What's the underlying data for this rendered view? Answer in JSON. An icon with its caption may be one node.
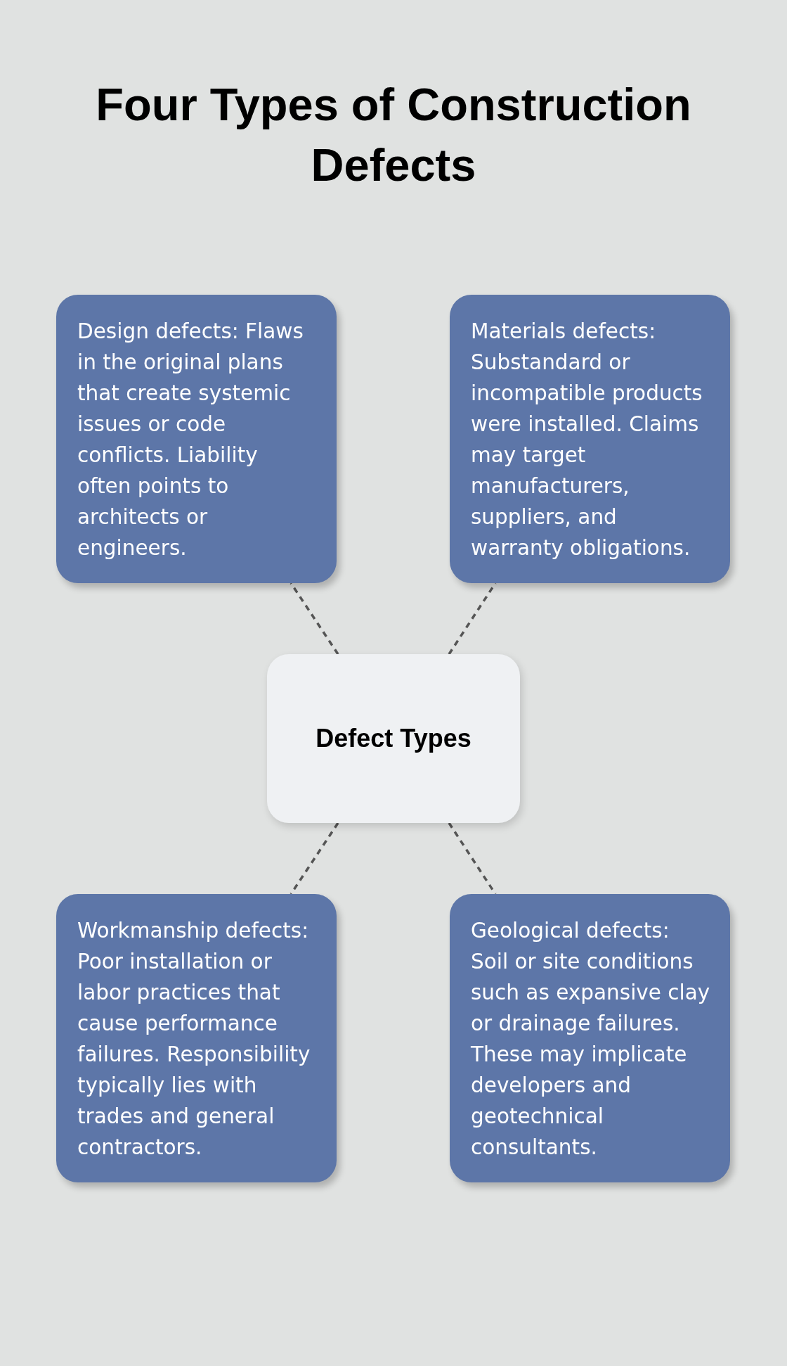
{
  "diagram": {
    "title": "Four Types of Construction Defects",
    "nodes": [
      {
        "text": [
          "Design defects: Flaws in the original plans that create systemic issues or code conflicts. Liability often points to architects or engineers."
        ]
      },
      {
        "text": [
          "Materials defects: Substandard or incompatible products were installed. Claims may target manufacturers, suppliers, and warranty obligations."
        ]
      },
      {
        "text": [
          "Defect Types"
        ]
      },
      {
        "text": [
          "Workmanship defects: Poor installation or labor practices that cause performance failures. Responsibility typically lies with trades and general contractors."
        ]
      },
      {
        "text": [
          "Geological defects: Soil or site conditions such as expansive clay or drainage failures. These may implicate developers and geotechnical consultants."
        ]
      }
    ],
    "edges": [
      {
        "from": 2,
        "to": 0,
        "arrow": "none",
        "style": "dashed"
      },
      {
        "from": 2,
        "to": 1,
        "arrow": "none",
        "style": "dashed"
      },
      {
        "from": 2,
        "to": 3,
        "arrow": "none",
        "style": "dashed"
      },
      {
        "from": 2,
        "to": 4,
        "arrow": "none",
        "style": "dashed"
      }
    ]
  }
}
